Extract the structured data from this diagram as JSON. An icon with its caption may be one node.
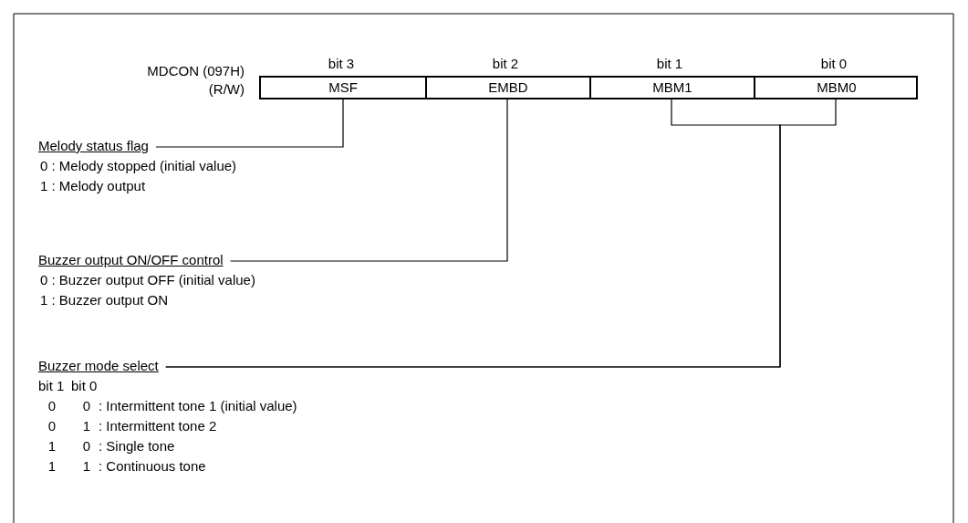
{
  "diagram": {
    "nodes": [
      {
        "text": [
          "MSF"
        ]
      },
      {
        "text": [
          "EMBD"
        ]
      },
      {
        "text": [
          "MBM1"
        ]
      },
      {
        "text": [
          "MBM0"
        ]
      },
      {
        "text": [
          "Melody status flag"
        ]
      },
      {
        "text": [
          "Buzzer output ON/OFF control"
        ]
      },
      {
        "text": [
          "Buzzer mode select"
        ]
      }
    ],
    "edges": [
      {
        "from": 0,
        "to": 4,
        "arrow": "none"
      },
      {
        "from": 1,
        "to": 5,
        "arrow": "none"
      },
      {
        "from": 2,
        "to": 6,
        "arrow": "none"
      },
      {
        "from": 3,
        "to": 6,
        "arrow": "none"
      }
    ],
    "labels": [
      "MDCON (097H)",
      "(R/W)",
      "bit 3",
      "bit 2",
      "bit 1",
      "bit 0",
      "0 : Melody stopped (initial value)",
      "1 : Melody output",
      "0 : Buzzer output OFF (initial value)",
      "1 : Buzzer output ON",
      "bit 1",
      "bit 0",
      "0",
      "0",
      ": Intermittent tone 1 (initial value)",
      "0",
      "1",
      ": Intermittent tone 2",
      "1",
      "0",
      ": Single tone",
      "1",
      "1",
      ": Continuous tone"
    ]
  }
}
